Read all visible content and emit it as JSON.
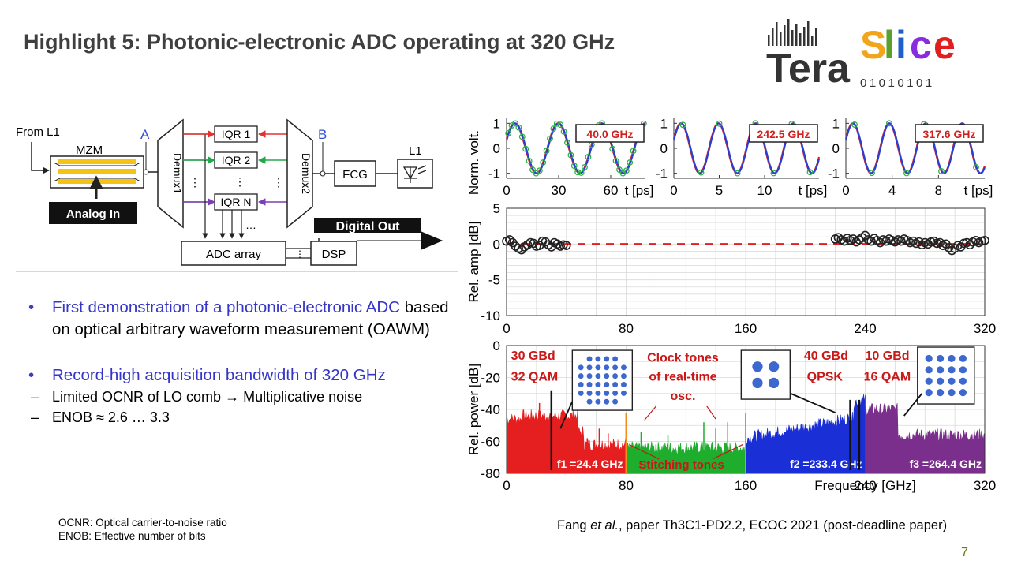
{
  "slide": {
    "title": "Highlight 5: Photonic-electronic ADC operating at 320 GHz",
    "page_number": "7"
  },
  "logo": {
    "text_main": "Tera",
    "text_accent": "Slice",
    "binary": "01010101",
    "colors": {
      "tera": "#333333",
      "s": "#f2a51a",
      "l": "#5aa02c",
      "i": "#1f5fc9",
      "c": "#8a2be2",
      "e": "#e02020"
    }
  },
  "block_diagram": {
    "from_label": "From L1",
    "mzm_label": "MZM",
    "analog_in_label": "Analog In",
    "point_a": "A",
    "point_b": "B",
    "demux1_label": "Demux1",
    "demux2_label": "Demux2",
    "iqr1": "IQR 1",
    "iqr2": "IQR 2",
    "iqrn": "IQR N",
    "vdots": "⋮",
    "hdots": "…",
    "fcg_label": "FCG",
    "l1_label": "L1",
    "digital_out_label": "Digital Out",
    "adc_array_label": "ADC array",
    "dsp_label": "DSP",
    "colors": {
      "red": "#e53030",
      "green": "#22a84a",
      "purple": "#7b3fb5",
      "mzm_bar": "#f5c218",
      "blue_letter": "#2f4fd8"
    }
  },
  "bullets": {
    "b1_blue": "First demonstration of a photonic-electronic ADC",
    "b1_rest": " based on optical arbitrary waveform measurement (OAWM)",
    "b2_blue": "Record-high acquisition bandwidth of 320 GHz",
    "sub1": "Limited OCNR of LO comb → Multiplicative noise",
    "sub2": "ENOB ≈ 2.6 … 3.3",
    "bullet_char": "•",
    "dash_char": "–"
  },
  "notes": {
    "line1": "OCNR: Optical carrier-to-noise ratio",
    "line2": "ENOB: Effective number of bits"
  },
  "citation": {
    "author": "Fang ",
    "etal": "et al.",
    "rest": ", paper Th3C1-PD2.2, ECOC 2021 (post-deadline paper)"
  },
  "chart_data": [
    {
      "type": "line",
      "panel": "time-domain-40GHz",
      "annotation": "40.0 GHz",
      "ylabel": "Norm. volt.",
      "xlabel": "t [ps]",
      "xlim": [
        0,
        80
      ],
      "ylim": [
        -1.2,
        1.2
      ],
      "xticks": [
        0,
        30,
        60
      ],
      "yticks": [
        1,
        0,
        -1
      ],
      "frequency_ghz": 40.0,
      "series": [
        {
          "values_desc": "sine"
        }
      ]
    },
    {
      "type": "line",
      "panel": "time-domain-242.5GHz",
      "annotation": "242.5 GHz",
      "xlabel": "t [ps]",
      "xlim": [
        0,
        16
      ],
      "ylim": [
        -1.2,
        1.2
      ],
      "xticks": [
        0,
        5,
        10
      ],
      "yticks": [
        1,
        0,
        -1
      ],
      "frequency_ghz": 242.5
    },
    {
      "type": "line",
      "panel": "time-domain-317.6GHz",
      "annotation": "317.6 GHz",
      "xlabel": "t [ps]",
      "xlim": [
        0,
        12
      ],
      "ylim": [
        -1.2,
        1.2
      ],
      "xticks": [
        0,
        4,
        8
      ],
      "yticks": [
        1,
        0,
        -1
      ],
      "frequency_ghz": 317.6
    },
    {
      "type": "scatter",
      "panel": "relative-amplitude",
      "ylabel": "Rel. amp [dB]",
      "xlim": [
        0,
        320
      ],
      "ylim": [
        -10,
        5
      ],
      "xticks": [
        0,
        80,
        160,
        240,
        320
      ],
      "yticks": [
        5,
        0,
        -5,
        -10
      ],
      "grid": true,
      "x": [
        0,
        2,
        4,
        6,
        8,
        10,
        12,
        14,
        16,
        18,
        20,
        22,
        24,
        26,
        28,
        30,
        32,
        34,
        36,
        38,
        40,
        220,
        222,
        224,
        226,
        228,
        230,
        232,
        234,
        236,
        238,
        240,
        242,
        244,
        246,
        248,
        250,
        252,
        254,
        256,
        258,
        260,
        262,
        264,
        266,
        268,
        270,
        272,
        274,
        276,
        278,
        280,
        282,
        284,
        286,
        288,
        290,
        292,
        294,
        296,
        298,
        300,
        302,
        304,
        306,
        308,
        310,
        312,
        314,
        316,
        318,
        320
      ],
      "y": [
        0.4,
        0.6,
        0.2,
        -0.3,
        -0.6,
        -0.8,
        -0.4,
        -0.1,
        0.2,
        0.1,
        -0.3,
        -0.2,
        0.4,
        0.3,
        -0.1,
        -0.4,
        0.2,
        0.0,
        -0.3,
        -0.1,
        -0.2,
        0.7,
        0.9,
        0.6,
        0.4,
        0.8,
        0.5,
        0.7,
        0.3,
        0.6,
        0.9,
        1.2,
        0.6,
        0.4,
        0.8,
        0.5,
        0.2,
        0.6,
        0.4,
        0.7,
        0.5,
        0.3,
        0.6,
        0.4,
        0.7,
        0.5,
        0.2,
        0.4,
        0.1,
        0.3,
        -0.1,
        0.2,
        0.0,
        0.3,
        0.4,
        0.1,
        0.2,
        -0.2,
        0.0,
        -0.5,
        -0.9,
        -0.6,
        -0.2,
        -0.4,
        0.1,
        0.2,
        -0.1,
        0.3,
        0.5,
        0.2,
        0.4,
        0.5
      ],
      "reference_line_db": 0
    },
    {
      "type": "area",
      "panel": "relative-power-spectrum",
      "ylabel": "Rel. power [dB]",
      "xlabel": "Frequency [GHz]",
      "xlim": [
        0,
        320
      ],
      "ylim": [
        -80,
        0
      ],
      "xticks": [
        0,
        80,
        160,
        240,
        320
      ],
      "yticks": [
        0,
        -20,
        -40,
        -60,
        -80
      ],
      "grid": true,
      "segments": [
        {
          "name": "f1 =24.4 GHz",
          "x": [
            0,
            80
          ],
          "color": "#e51f1f",
          "level_db": -46,
          "floor_db": -62
        },
        {
          "name": "Stitching tones",
          "x": [
            80,
            160
          ],
          "color": "#1fad2e",
          "level_db": -62,
          "floor_db": -66
        },
        {
          "name": "f2 =233.4 GHz",
          "x": [
            160,
            240
          ],
          "color": "#1b2fd6",
          "level_db": -58,
          "floor_db": -45
        },
        {
          "name": "f3 =264.4 GHz",
          "x": [
            240,
            320
          ],
          "color": "#7b2f8c",
          "level_db": -38,
          "floor_db": -62
        }
      ],
      "labels": {
        "mod1": [
          "30 GBd",
          "32 QAM"
        ],
        "clock": [
          "Clock tones",
          "of real-time",
          "osc."
        ],
        "mod2": [
          "40 GBd",
          "QPSK"
        ],
        "mod3": [
          "10 GBd",
          "16 QAM"
        ],
        "f1": "f1 =24.4 GHz",
        "f2": "f2 =233.4 GHz",
        "f3": "f3 =264.4 GHz",
        "stitch": "Stitching tones"
      }
    }
  ]
}
